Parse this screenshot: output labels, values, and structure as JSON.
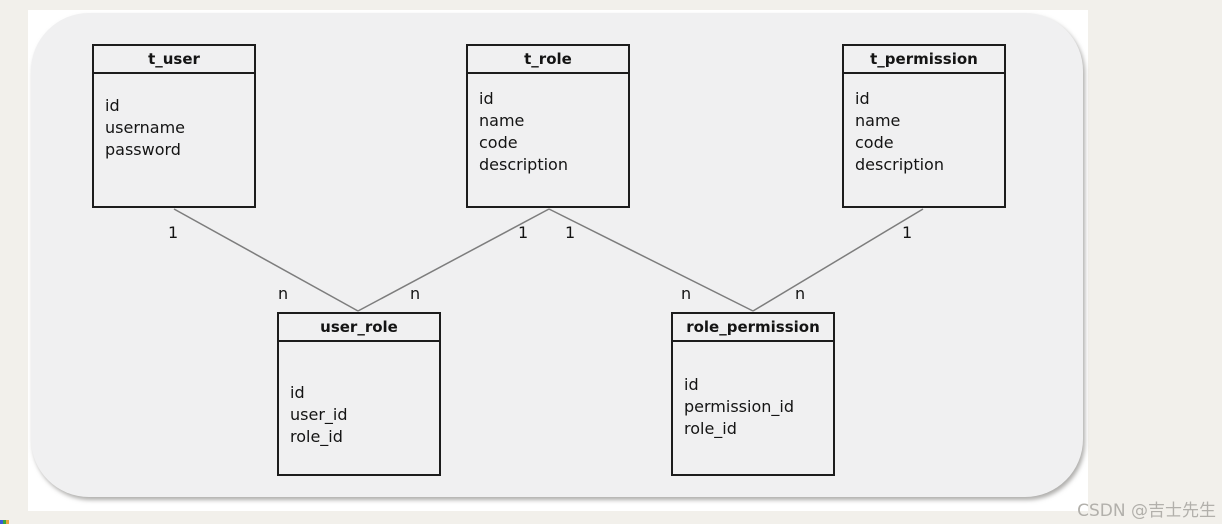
{
  "page": {
    "watermark": "CSDN @吉士先生"
  },
  "colors": {
    "page_bg": "#f2f0eb",
    "content_bg": "#ffffff",
    "panel_bg": "#f0f0f1",
    "box_border": "#1c1c1c",
    "text": "#141414",
    "relation_line": "#7d7d7d",
    "watermark_text": "#b2b0ab",
    "corner_artifact": [
      "#3a5bd9",
      "#3aa53a",
      "#e8a33d"
    ]
  },
  "diagram": {
    "type": "entity-relationship",
    "tables": [
      {
        "name": "t_user",
        "fields": [
          "id",
          "username",
          "password"
        ]
      },
      {
        "name": "t_role",
        "fields": [
          "id",
          "name",
          "code",
          "description"
        ]
      },
      {
        "name": "t_permission",
        "fields": [
          "id",
          "name",
          "code",
          "description"
        ]
      },
      {
        "name": "user_role",
        "fields": [
          "id",
          "user_id",
          "role_id"
        ]
      },
      {
        "name": "role_permission",
        "fields": [
          "id",
          "permission_id",
          "role_id"
        ]
      }
    ],
    "relations": [
      {
        "from": "t_user",
        "to": "user_role",
        "from_card": "1",
        "to_card": "n"
      },
      {
        "from": "t_role",
        "to": "user_role",
        "from_card": "1",
        "to_card": "n"
      },
      {
        "from": "t_role",
        "to": "role_permission",
        "from_card": "1",
        "to_card": "n"
      },
      {
        "from": "t_permission",
        "to": "role_permission",
        "from_card": "1",
        "to_card": "n"
      }
    ]
  }
}
